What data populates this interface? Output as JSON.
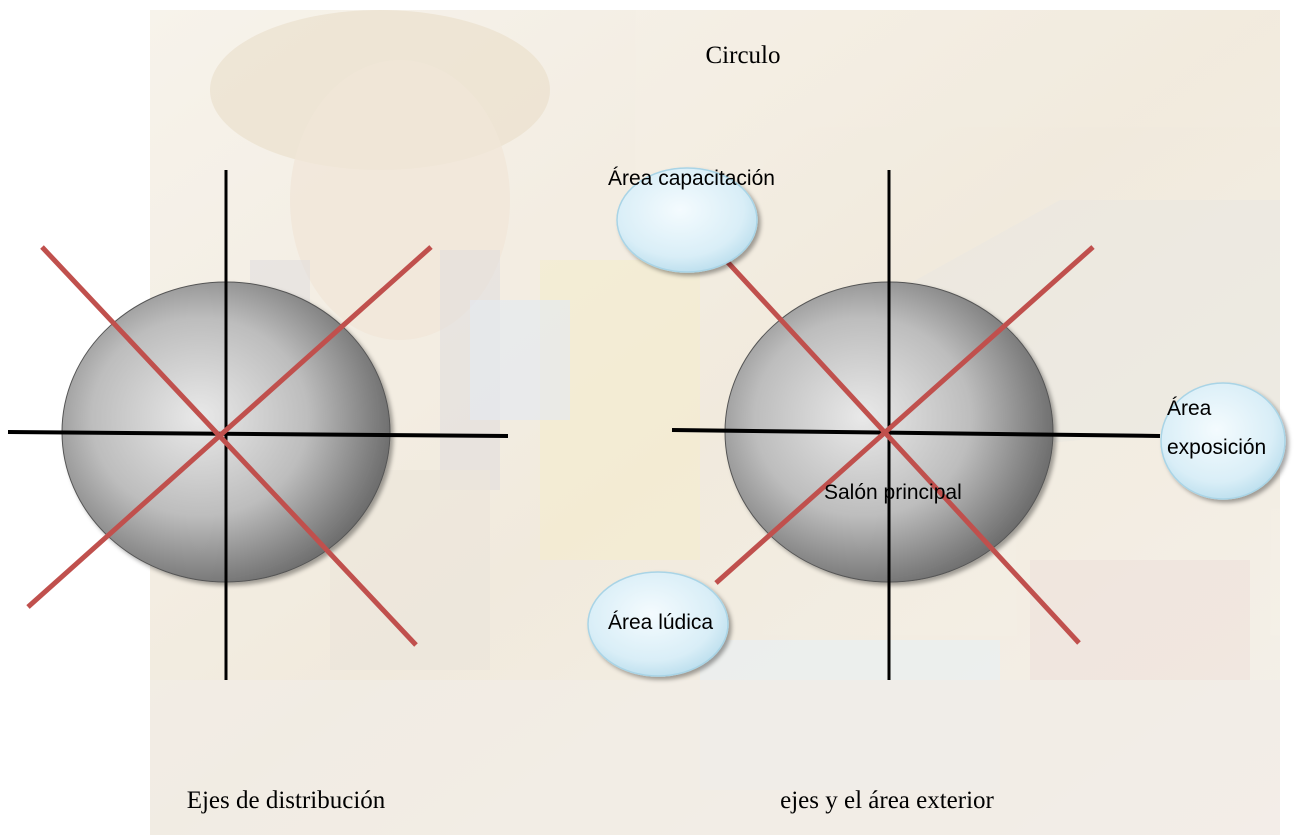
{
  "title": "Circulo",
  "left_caption": "Ejes de distribución",
  "right_caption": "ejes y el área exterior",
  "center_label": "Salón principal",
  "bubbles": {
    "capacitacion": {
      "label": "Área capacitación"
    },
    "exposicion": {
      "line1": "Área",
      "line2": "exposición"
    },
    "ludica": {
      "label": "Área lúdica"
    }
  },
  "colors": {
    "axis_line": "#000000",
    "diagonal_line": "#c0504d",
    "bubble_fill": "#dff1f8",
    "bubble_stroke": "#9fd0e3",
    "circle_light": "#e8e8e8",
    "circle_dark": "#5e5e5e",
    "background_tint": "#f1e9dc"
  }
}
